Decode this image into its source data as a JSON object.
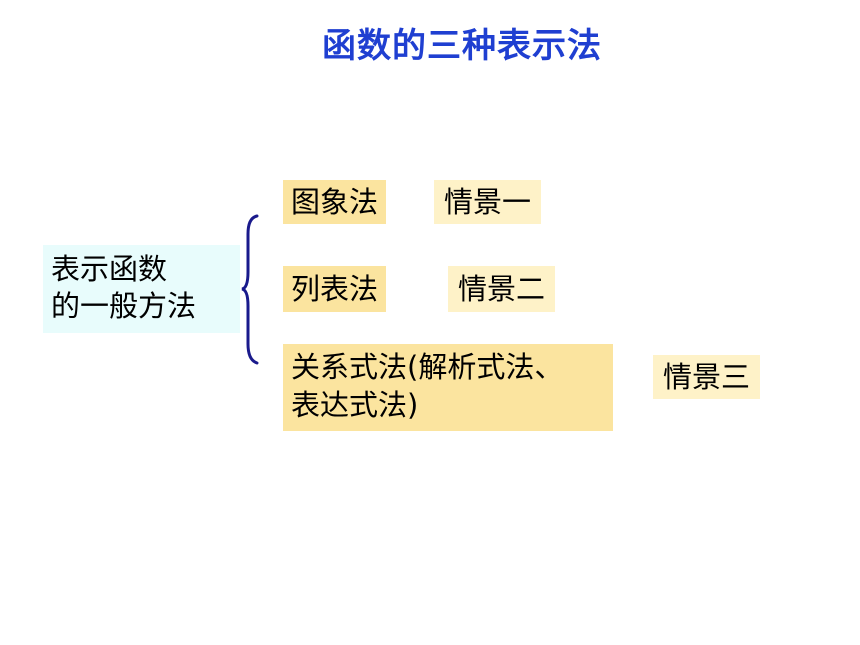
{
  "title": "函数的三种表示法",
  "root": {
    "line1": "表示函数",
    "line2": "的一般方法"
  },
  "methods": [
    {
      "label": "图象法"
    },
    {
      "label": "列表法"
    },
    {
      "line1": "关系式法(解析式法、",
      "line2": "表达式法)"
    }
  ],
  "scenarios": [
    {
      "label": "情景一"
    },
    {
      "label": "情景二"
    },
    {
      "label": "情景三"
    }
  ],
  "colors": {
    "title": "#1f3fd1",
    "brace": "#1a1a8c",
    "root_bg": "#e8fcfc",
    "method_bg": "#fbe49f",
    "scenario_bg": "#fef2c8"
  },
  "icons": {
    "brace": "left-curly-brace"
  }
}
